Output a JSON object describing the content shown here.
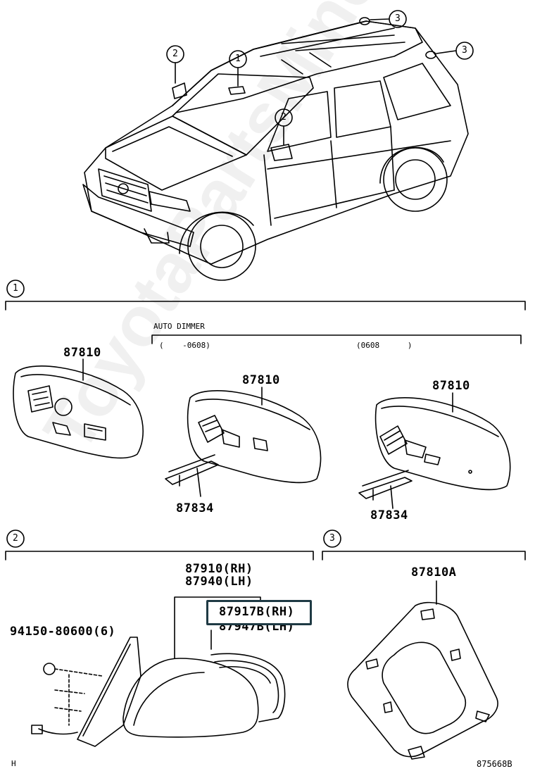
{
  "callouts": {
    "one": "1",
    "two": "2",
    "three": "3"
  },
  "section1": {
    "group_label": "AUTO DIMMER",
    "range_left": "(    -0608)",
    "range_right": "(0608      )",
    "mirror_a": "87810",
    "mirror_b": "87810",
    "mirror_c": "87810",
    "bracket_b": "87834",
    "bracket_c": "87834"
  },
  "section2": {
    "part_a": "87910(RH)",
    "part_b": "87940(LH)",
    "part_c_highlighted": "87917B(RH)",
    "part_d": "87947B(LH)",
    "screw": "94150-80600(6)"
  },
  "section3": {
    "part": "87810A"
  },
  "footer": {
    "left_mark": "H",
    "drawing_number": "875668B"
  },
  "watermark": "ToyotaPartsMine.ru",
  "colors": {
    "line": "#000000",
    "highlight_border": "#1f3a44"
  }
}
